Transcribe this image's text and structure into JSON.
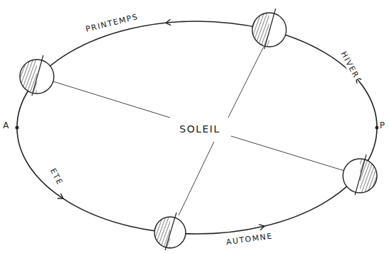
{
  "diagram": {
    "labels": [
      "PRINTEMPS",
      "HIVER",
      "A",
      "SOLEIL",
      "P",
      "ETE",
      "AUTOMNE"
    ]
  }
}
